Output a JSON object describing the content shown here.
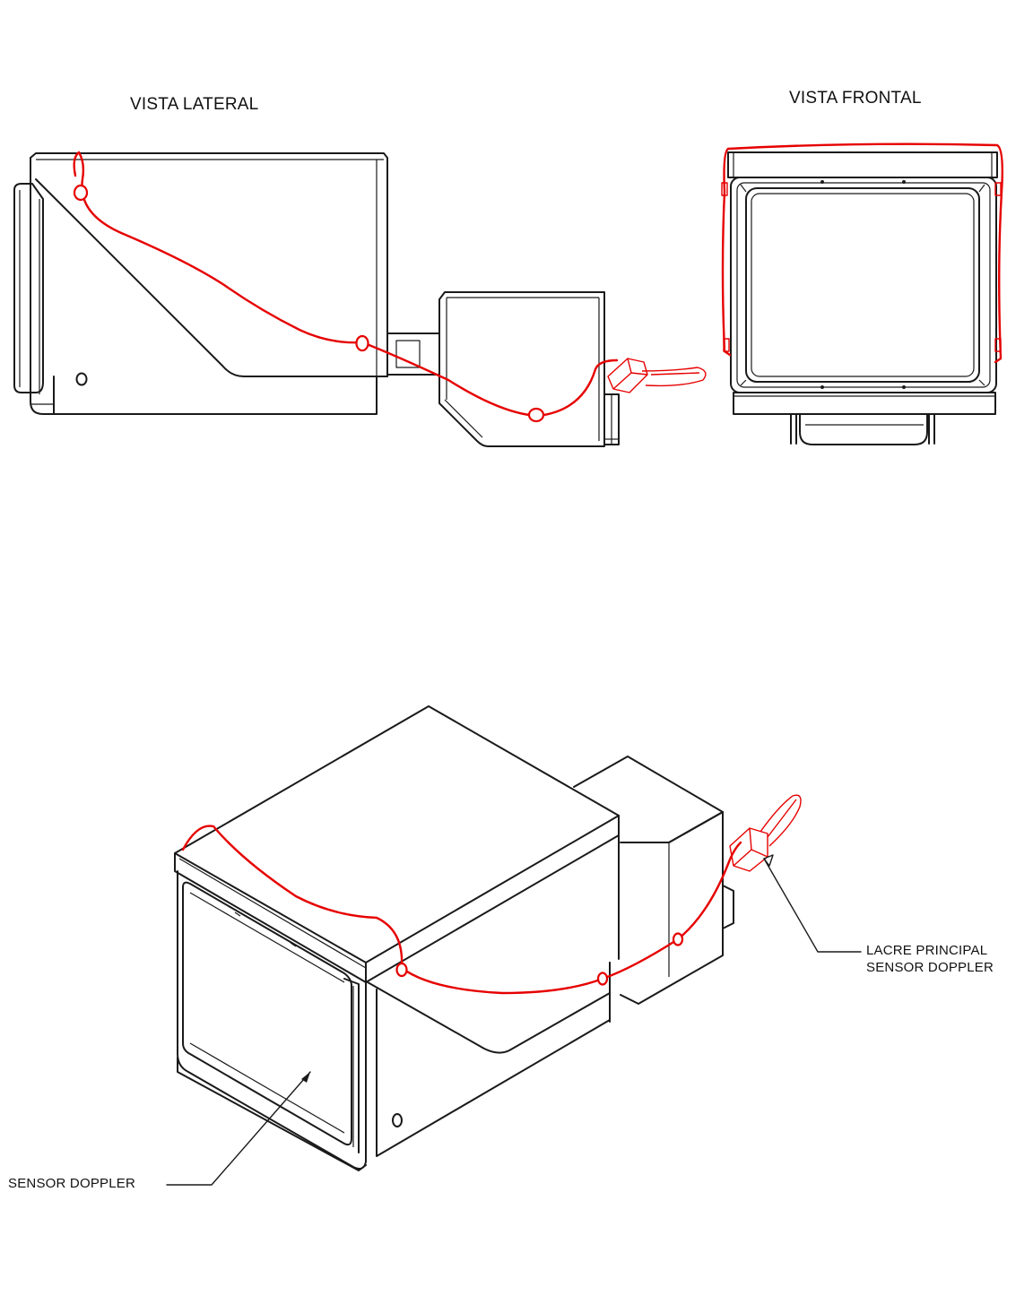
{
  "labels": {
    "side_view": "VISTA LATERAL",
    "front_view": "VISTA FRONTAL",
    "main_seal_line1": "LACRE PRINCIPAL",
    "main_seal_line2": "SENSOR DOPPLER",
    "sensor": "SENSOR DOPPLER"
  },
  "colors": {
    "line": "#1a1a1a",
    "seal_wire": "#e60000",
    "background": "#ffffff"
  }
}
